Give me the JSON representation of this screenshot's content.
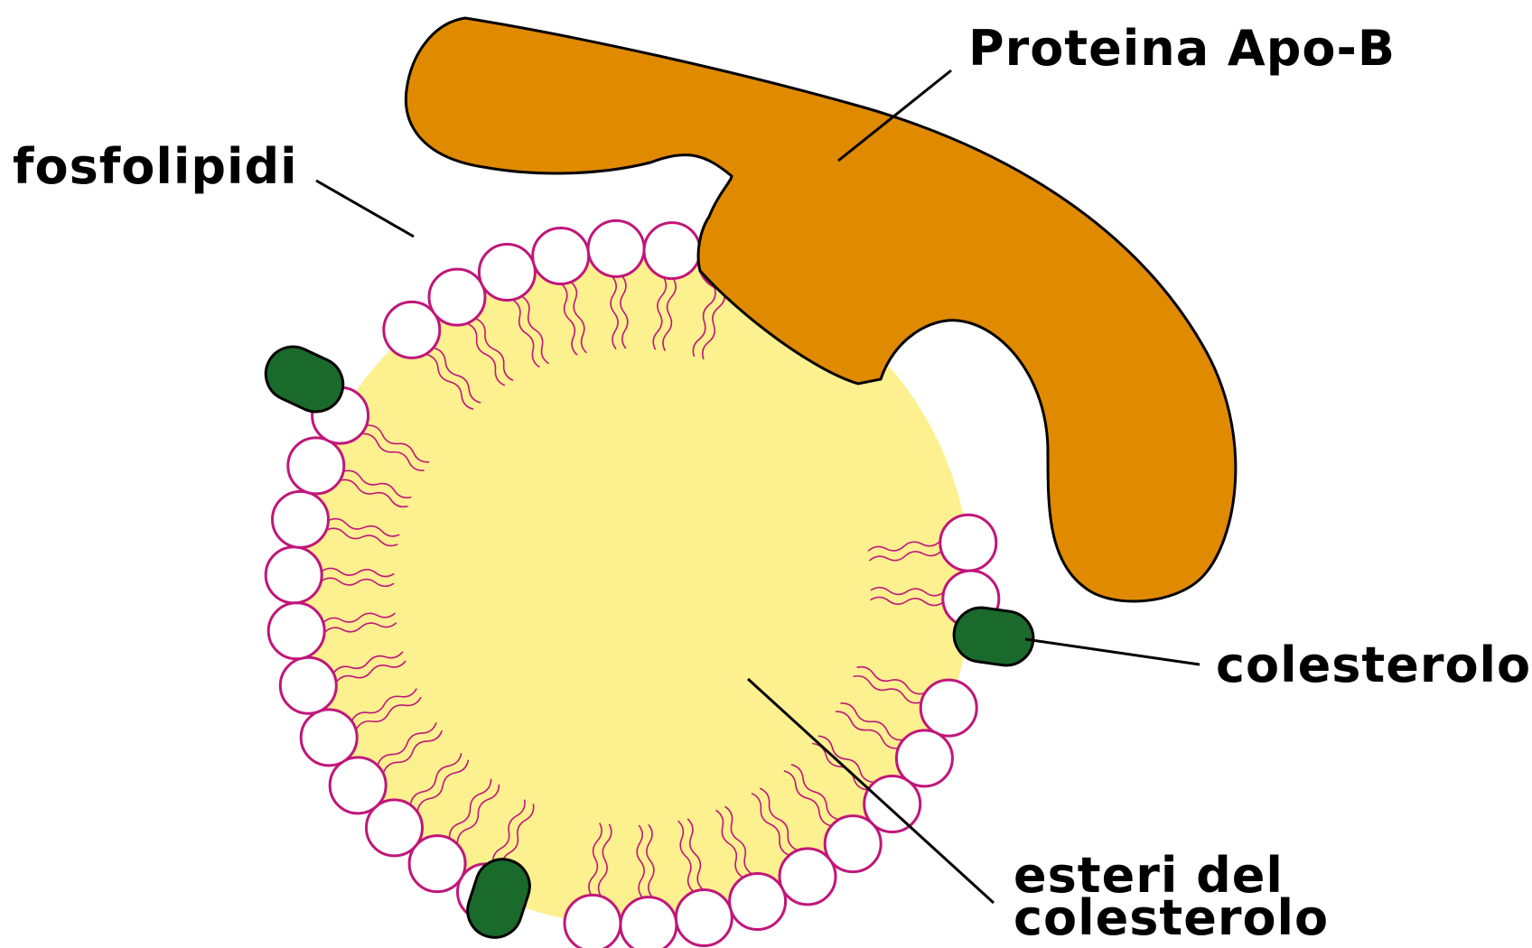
{
  "labels": {
    "protein": "Proteina Apo-B",
    "phospholipids": "fosfolipidi",
    "cholesterol": "colesterolo",
    "esters_line1": "esteri del",
    "esters_line2": "colesterolo"
  },
  "colors": {
    "core": "#fdf08f",
    "core_edge": "#f7e46a",
    "protein": "#e08a00",
    "phospholipid_head_fill": "#ffffff",
    "phospholipid_head_stroke": "#c0167a",
    "lipid_tail": "#c0167a",
    "cholesterol": "#1a6a2c"
  }
}
